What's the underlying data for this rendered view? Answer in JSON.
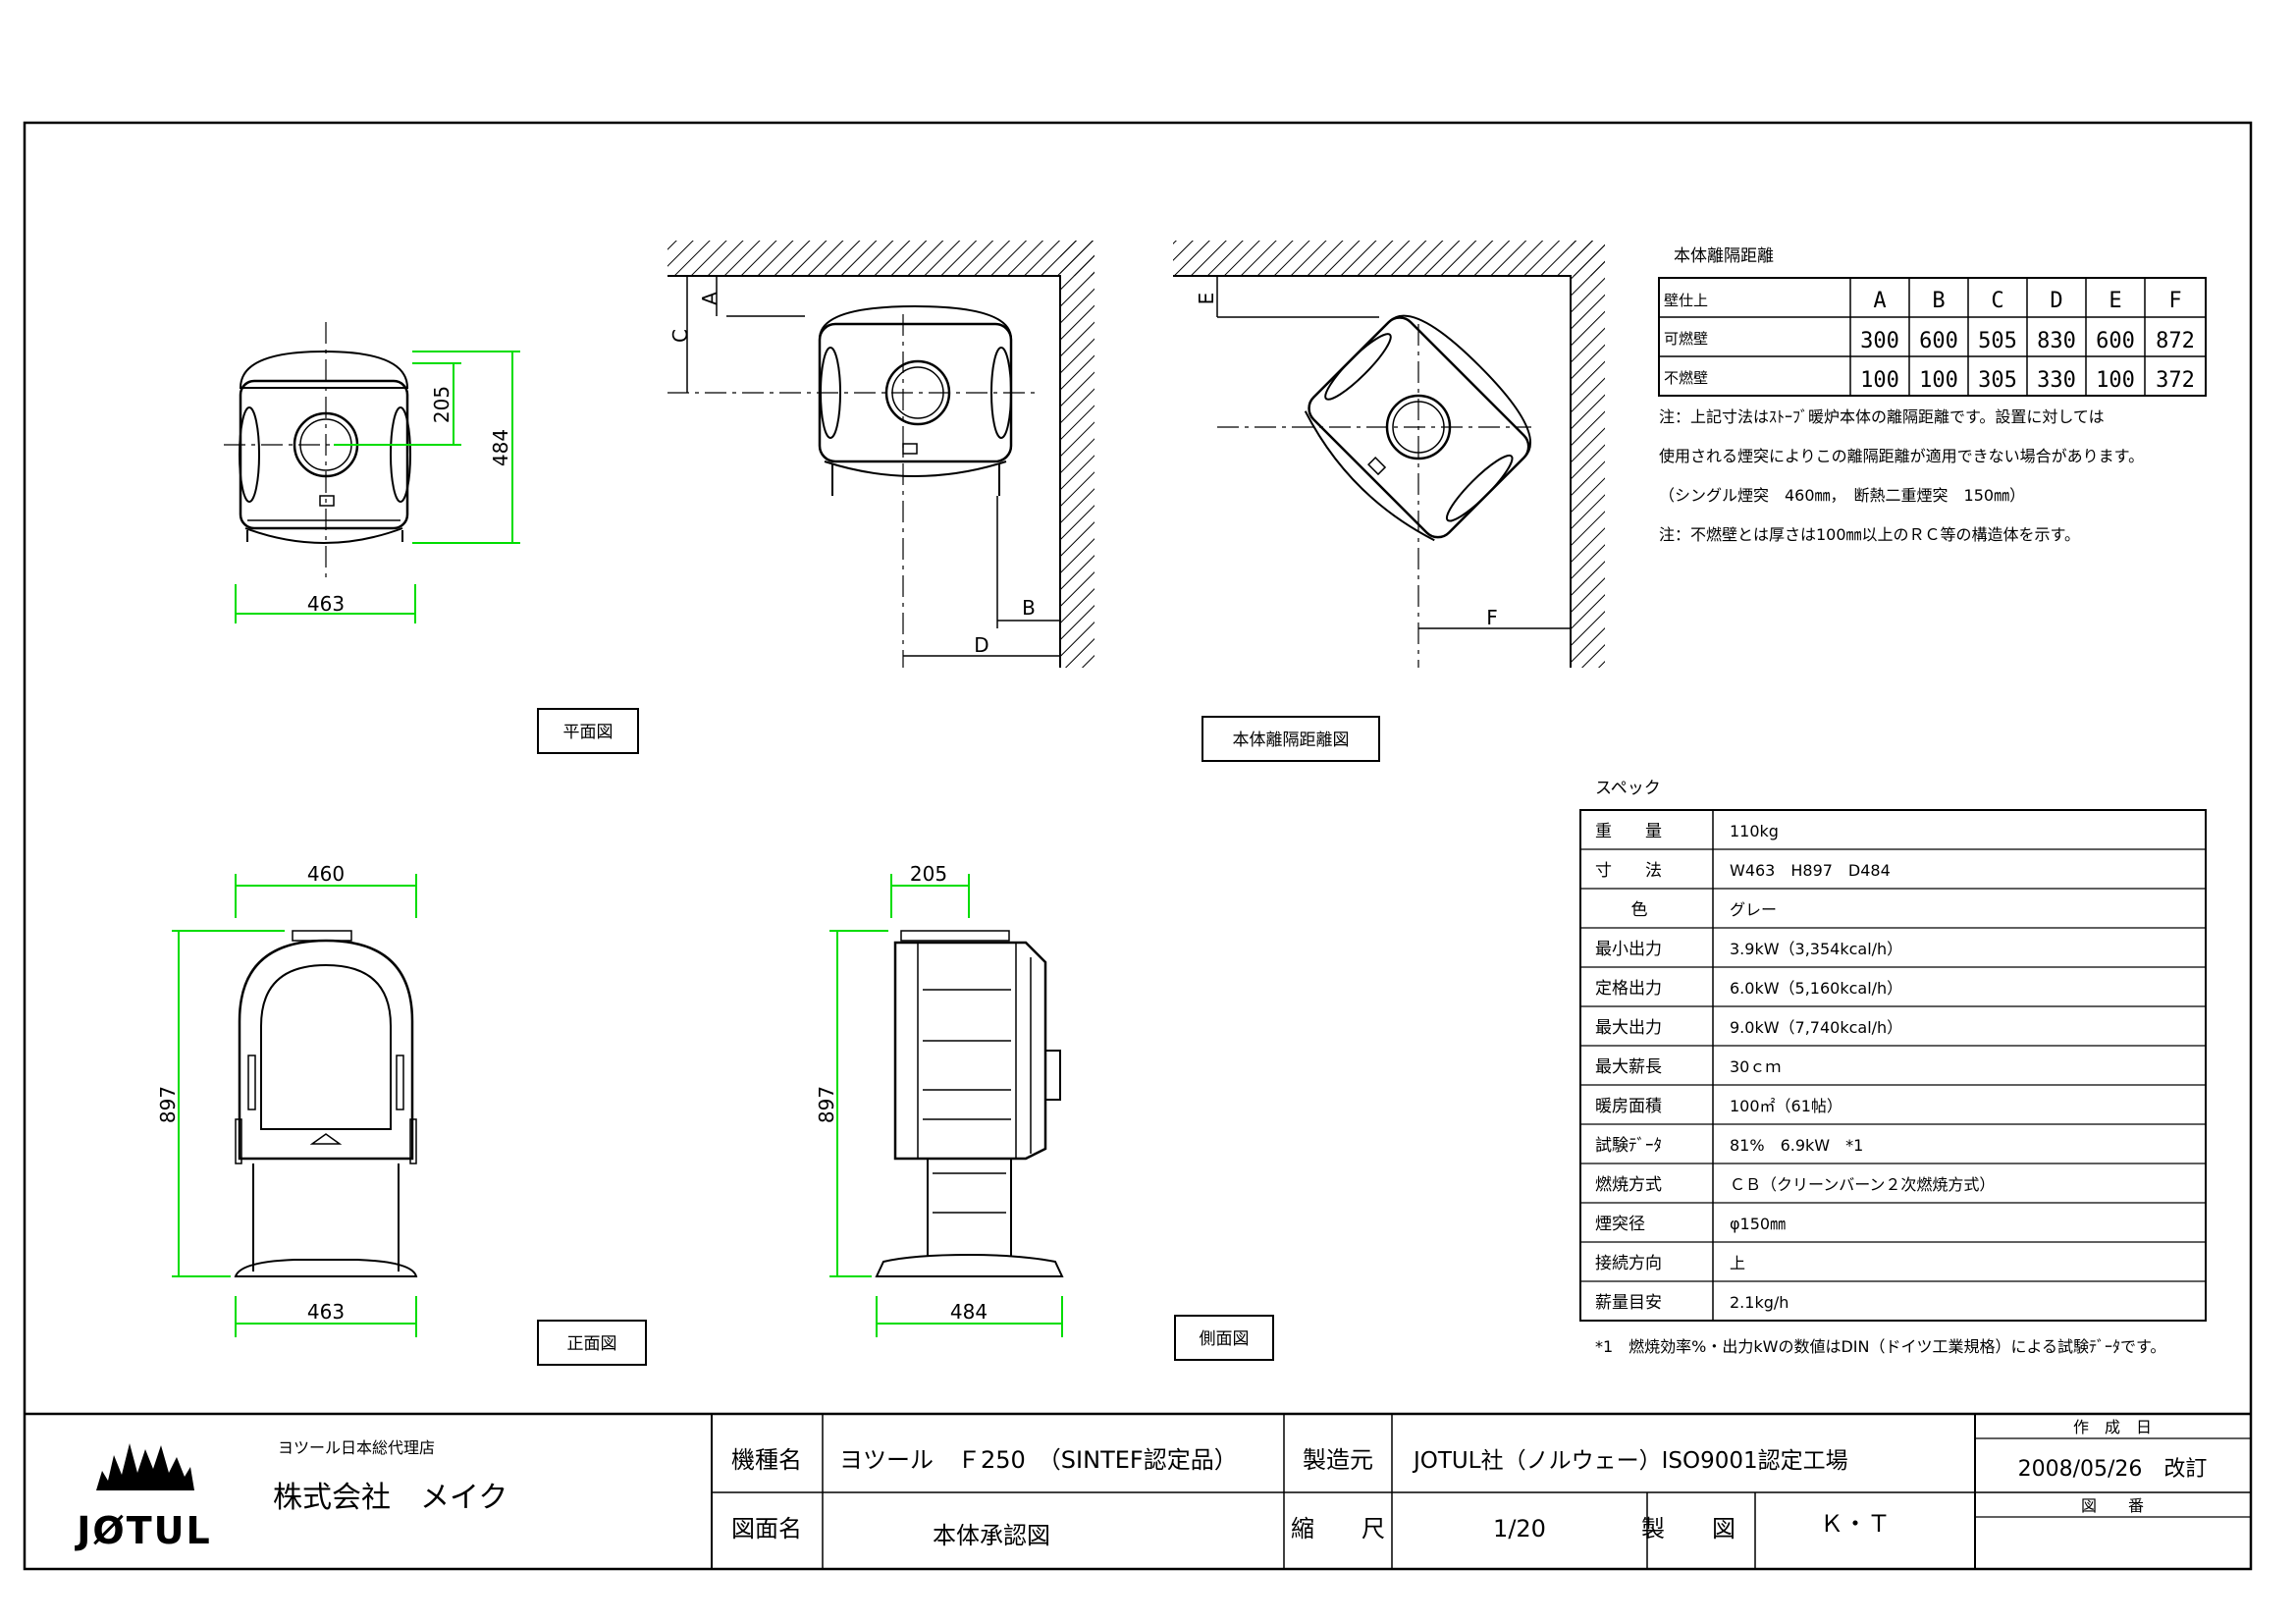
{
  "views": {
    "plan_label": "平面図",
    "clearance_label": "本体離隔距離図",
    "front_label": "正面図",
    "side_label": "側面図"
  },
  "dimensions": {
    "plan_width": "463",
    "plan_depth": "484",
    "plan_offset": "205",
    "front_top_width": "460",
    "front_height": "897",
    "front_bottom_width": "463",
    "side_offset": "205",
    "side_height": "897",
    "side_depth": "484",
    "clearance_letters": [
      "A",
      "B",
      "C",
      "D",
      "E",
      "F"
    ]
  },
  "clearance": {
    "title": "本体離隔距離",
    "header": [
      "壁仕上",
      "A",
      "B",
      "C",
      "D",
      "E",
      "F"
    ],
    "rows": [
      [
        "可燃壁",
        "300",
        "600",
        "505",
        "830",
        "600",
        "872"
      ],
      [
        "不燃壁",
        "100",
        "100",
        "305",
        "330",
        "100",
        "372"
      ]
    ],
    "notes": [
      "注：上記寸法はｽﾄｰﾌﾞ暖炉本体の離隔距離です。設置に対しては",
      "使用される煙突によりこの離隔距離が適用できない場合があります。",
      "（シングル煙突　460㎜，　断熱二重煙突　150㎜）",
      "注：不燃壁とは厚さは100㎜以上のＲＣ等の構造体を示す。"
    ]
  },
  "specs": {
    "title": "スペック",
    "rows": [
      [
        "重　　量",
        "110kg"
      ],
      [
        "寸　　法",
        "W463　H897　D484"
      ],
      [
        "色",
        "グレー"
      ],
      [
        "最小出力",
        "3.9kW（3,354kcal/h）"
      ],
      [
        "定格出力",
        "6.0kW（5,160kcal/h）"
      ],
      [
        "最大出力",
        "9.0kW（7,740kcal/h）"
      ],
      [
        "最大薪長",
        "30ｃｍ"
      ],
      [
        "暖房面積",
        "100㎡（61帖）"
      ],
      [
        "試験ﾃﾞｰﾀ",
        "81%　6.9kW　*1"
      ],
      [
        "燃焼方式",
        "ＣＢ（クリーンバーン２次燃焼方式）"
      ],
      [
        "煙突径",
        "φ150㎜"
      ],
      [
        "接続方向",
        "上"
      ],
      [
        "薪量目安",
        "2.1kg/h"
      ]
    ],
    "footnote": "*1　燃焼効率%・出力kWの数値はDIN（ドイツ工業規格）による試験ﾃﾞｰﾀです。"
  },
  "title_block": {
    "logo_text": "JØTUL",
    "agent_label": "ヨツール日本総代理店",
    "company": "株式会社　メイク",
    "model_label": "機種名",
    "model_value": "ヨツール　Ｆ250　（SINTEF認定品）",
    "maker_label": "製造元",
    "maker_value": "JOTUL社（ノルウェー）ISO9001認定工場",
    "drawing_label": "図面名",
    "drawing_value": "本体承認図",
    "scale_label": "縮　　尺",
    "scale_value": "1/20",
    "drafter_label": "製　　図",
    "drafter_value": "Ｋ・Ｔ",
    "date_label": "作　成　日",
    "date_value": "2008/05/26　改訂",
    "number_label": "図　　番",
    "number_value": ""
  }
}
